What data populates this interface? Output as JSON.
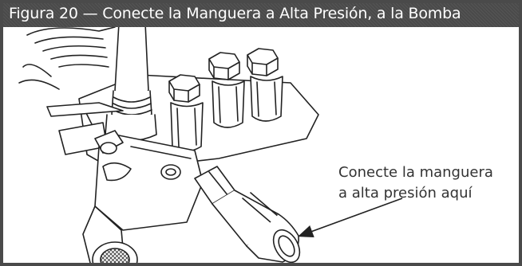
{
  "figure": {
    "title": "Figura 20 — Conecte la Manguera a Alta Presión, a la Bomba",
    "callout_lines": [
      "Conecte la manguera",
      "a alta presión aquí"
    ]
  },
  "colors": {
    "frame": "#4a4a4a",
    "line": "#222222"
  }
}
